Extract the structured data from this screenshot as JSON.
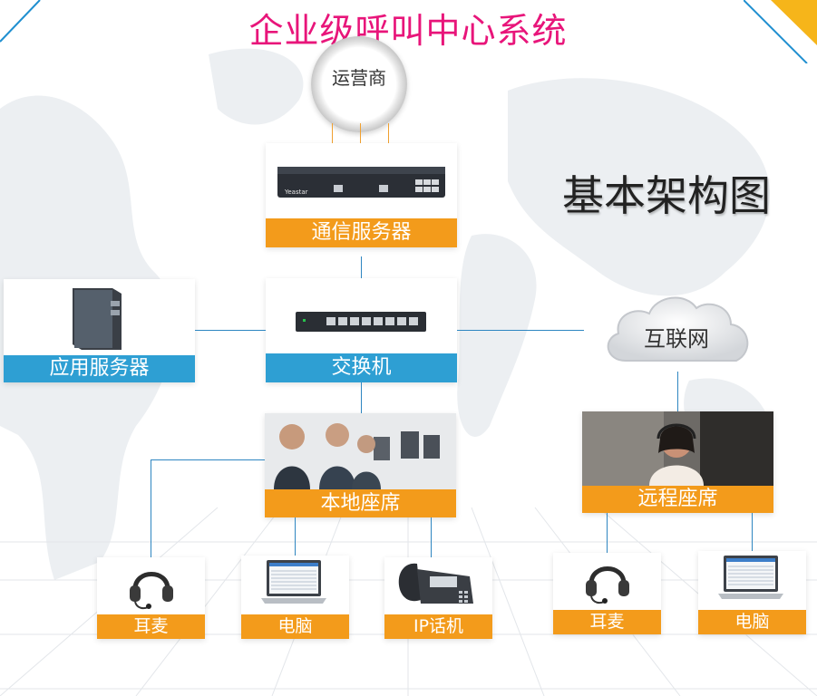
{
  "diagram": {
    "title": "企业级呼叫中心系统",
    "subtitle": "基本架构图",
    "nodes": {
      "carrier": "运营商",
      "comm_server": "通信服务器",
      "switch": "交换机",
      "app_server": "应用服务器",
      "internet": "互联网",
      "local_seats": "本地座席",
      "remote_seats": "远程座席",
      "headset_local": "耳麦",
      "pc_local": "电脑",
      "ip_phone": "IP话机",
      "headset_remote": "耳麦",
      "pc_remote": "电脑"
    },
    "device_brand": "Yeastar",
    "colors": {
      "title": "#e8157a",
      "label_orange": "#f39b1b",
      "label_blue": "#2e9fd3",
      "connector": "#2e86c1"
    }
  }
}
